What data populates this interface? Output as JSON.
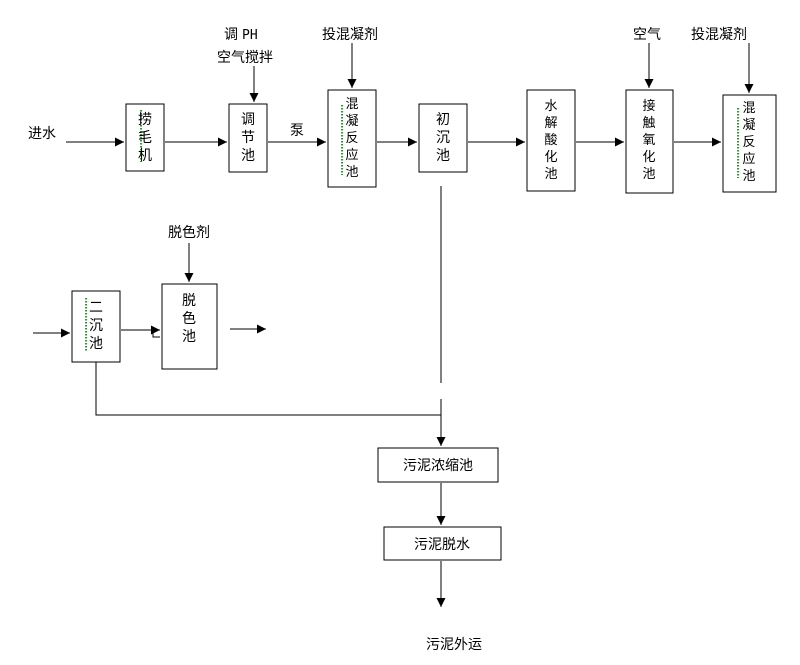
{
  "diagram": {
    "nodes": {
      "screen": [
        "捞",
        "毛",
        "机"
      ],
      "adjust": [
        "调",
        "节",
        "池"
      ],
      "coag1": [
        "混",
        "凝",
        "反",
        "应",
        "池"
      ],
      "primary": [
        "初",
        "沉",
        "池"
      ],
      "hydro": [
        "水",
        "解",
        "酸",
        "化",
        "池"
      ],
      "contact": [
        "接",
        "触",
        "氧",
        "化",
        "池"
      ],
      "coag2": [
        "混",
        "凝",
        "反",
        "应",
        "池"
      ],
      "secondary": [
        "二",
        "沉",
        "池"
      ],
      "decolor": [
        "脱",
        "色",
        "池"
      ],
      "thicken": "污泥浓缩池",
      "dewater": "污泥脱水"
    },
    "labels": {
      "inflow": "进水",
      "ph_line1": "调",
      "ph_line2": "PH",
      "air_stir": "空气搅拌",
      "pump": "泵",
      "coagulant1": "投混凝剂",
      "air": "空气",
      "coagulant2": "投混凝剂",
      "decolorant": "脱色剂",
      "sludge_out": "污泥外运"
    }
  }
}
